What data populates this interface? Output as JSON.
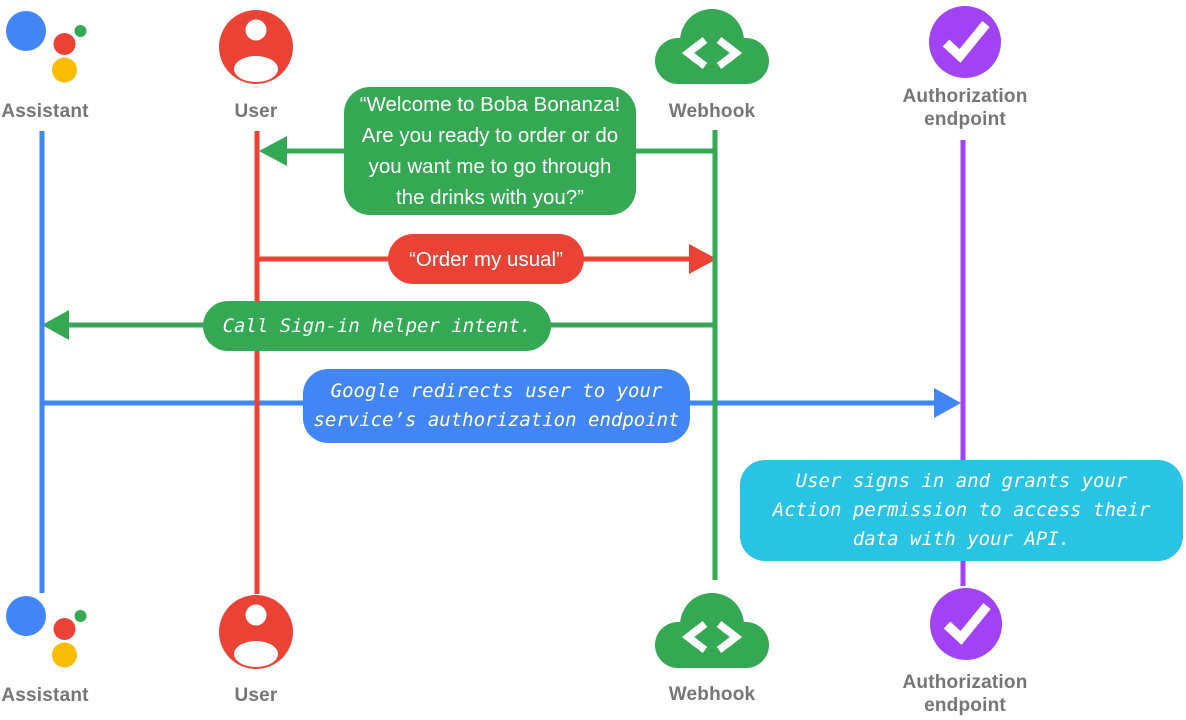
{
  "colors": {
    "blue": "#4285F4",
    "red": "#EA4335",
    "yellow": "#FBBC04",
    "green": "#34A853",
    "purple": "#A142F4",
    "cyan": "#29C3E3",
    "label-gray": "#757575",
    "bubble-text": "#FFFFFF"
  },
  "actors": {
    "assistant": {
      "label": "Assistant",
      "icon": "google-assistant-logo",
      "color": "#4285F4"
    },
    "user": {
      "label": "User",
      "icon": "person-circle-icon",
      "color": "#EA4335"
    },
    "webhook": {
      "label": "Webhook",
      "icon": "cloud-code-icon",
      "color": "#34A853"
    },
    "authorization": {
      "label": "Authorization\nendpoint",
      "icon": "check-circle-icon",
      "color": "#A142F4"
    }
  },
  "messages": {
    "welcome": {
      "from": "webhook",
      "to": "user",
      "color": "#34A853",
      "text": "“Welcome to Boba Bonanza!\nAre you ready to order or do\nyou want me to go through\nthe drinks with you?”"
    },
    "order": {
      "from": "user",
      "to": "webhook",
      "color": "#EA4335",
      "text": "“Order my usual”"
    },
    "signin": {
      "from": "webhook",
      "to": "assistant",
      "color": "#34A853",
      "text": "Call Sign-in helper intent."
    },
    "redirect": {
      "from": "assistant",
      "to": "authorization",
      "color": "#4285F4",
      "text": "Google redirects user to your\nservice’s authorization endpoint"
    },
    "grants": {
      "note_on": "authorization",
      "color": "#29C3E3",
      "text": "User signs in and grants your\nAction permission to access their\ndata with your API."
    }
  }
}
